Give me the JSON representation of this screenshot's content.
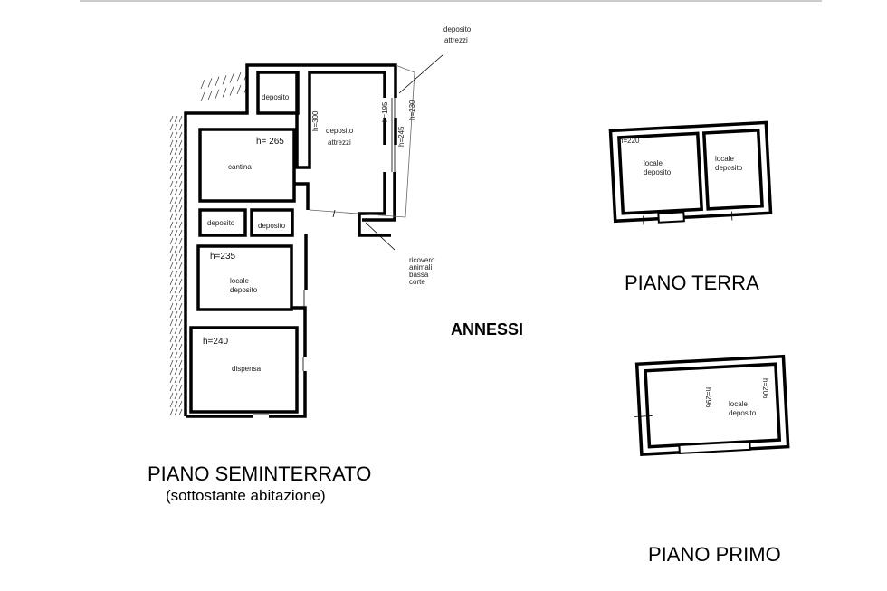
{
  "seminterrato": {
    "title": "PIANO SEMINTERRATO",
    "subtitle": "(sottostante abitazione)",
    "rooms": {
      "deposito_top": "deposito",
      "deposito_attrezzi_1": "deposito",
      "deposito_attrezzi_2": "attrezzi",
      "cantina": "cantina",
      "deposito_a": "deposito",
      "deposito_b": "deposito",
      "locale_1": "locale",
      "locale_2": "deposito",
      "dispensa": "dispensa"
    },
    "heights": {
      "cantina": "h= 265",
      "attrezzi": "h=300",
      "window1": "h=195",
      "window2": "h=245",
      "outer": "h=230",
      "locale": "h=235",
      "dispensa": "h=240"
    },
    "callouts": {
      "deposito_attrezzi_1": "deposito",
      "deposito_attrezzi_2": "attrezzi",
      "ricovero_1": "ricovero",
      "ricovero_2": "animali",
      "ricovero_3": "bassa",
      "ricovero_4": "corte"
    }
  },
  "annessi": {
    "title": "ANNESSI"
  },
  "piano_terra": {
    "title": "PIANO TERRA",
    "height": "h=220",
    "room1_1": "locale",
    "room1_2": "deposito",
    "room2_1": "locale",
    "room2_2": "deposito"
  },
  "piano_primo": {
    "title": "PIANO PRIMO",
    "height1": "h=296",
    "height2": "h=206",
    "room_1": "locale",
    "room_2": "deposito"
  }
}
